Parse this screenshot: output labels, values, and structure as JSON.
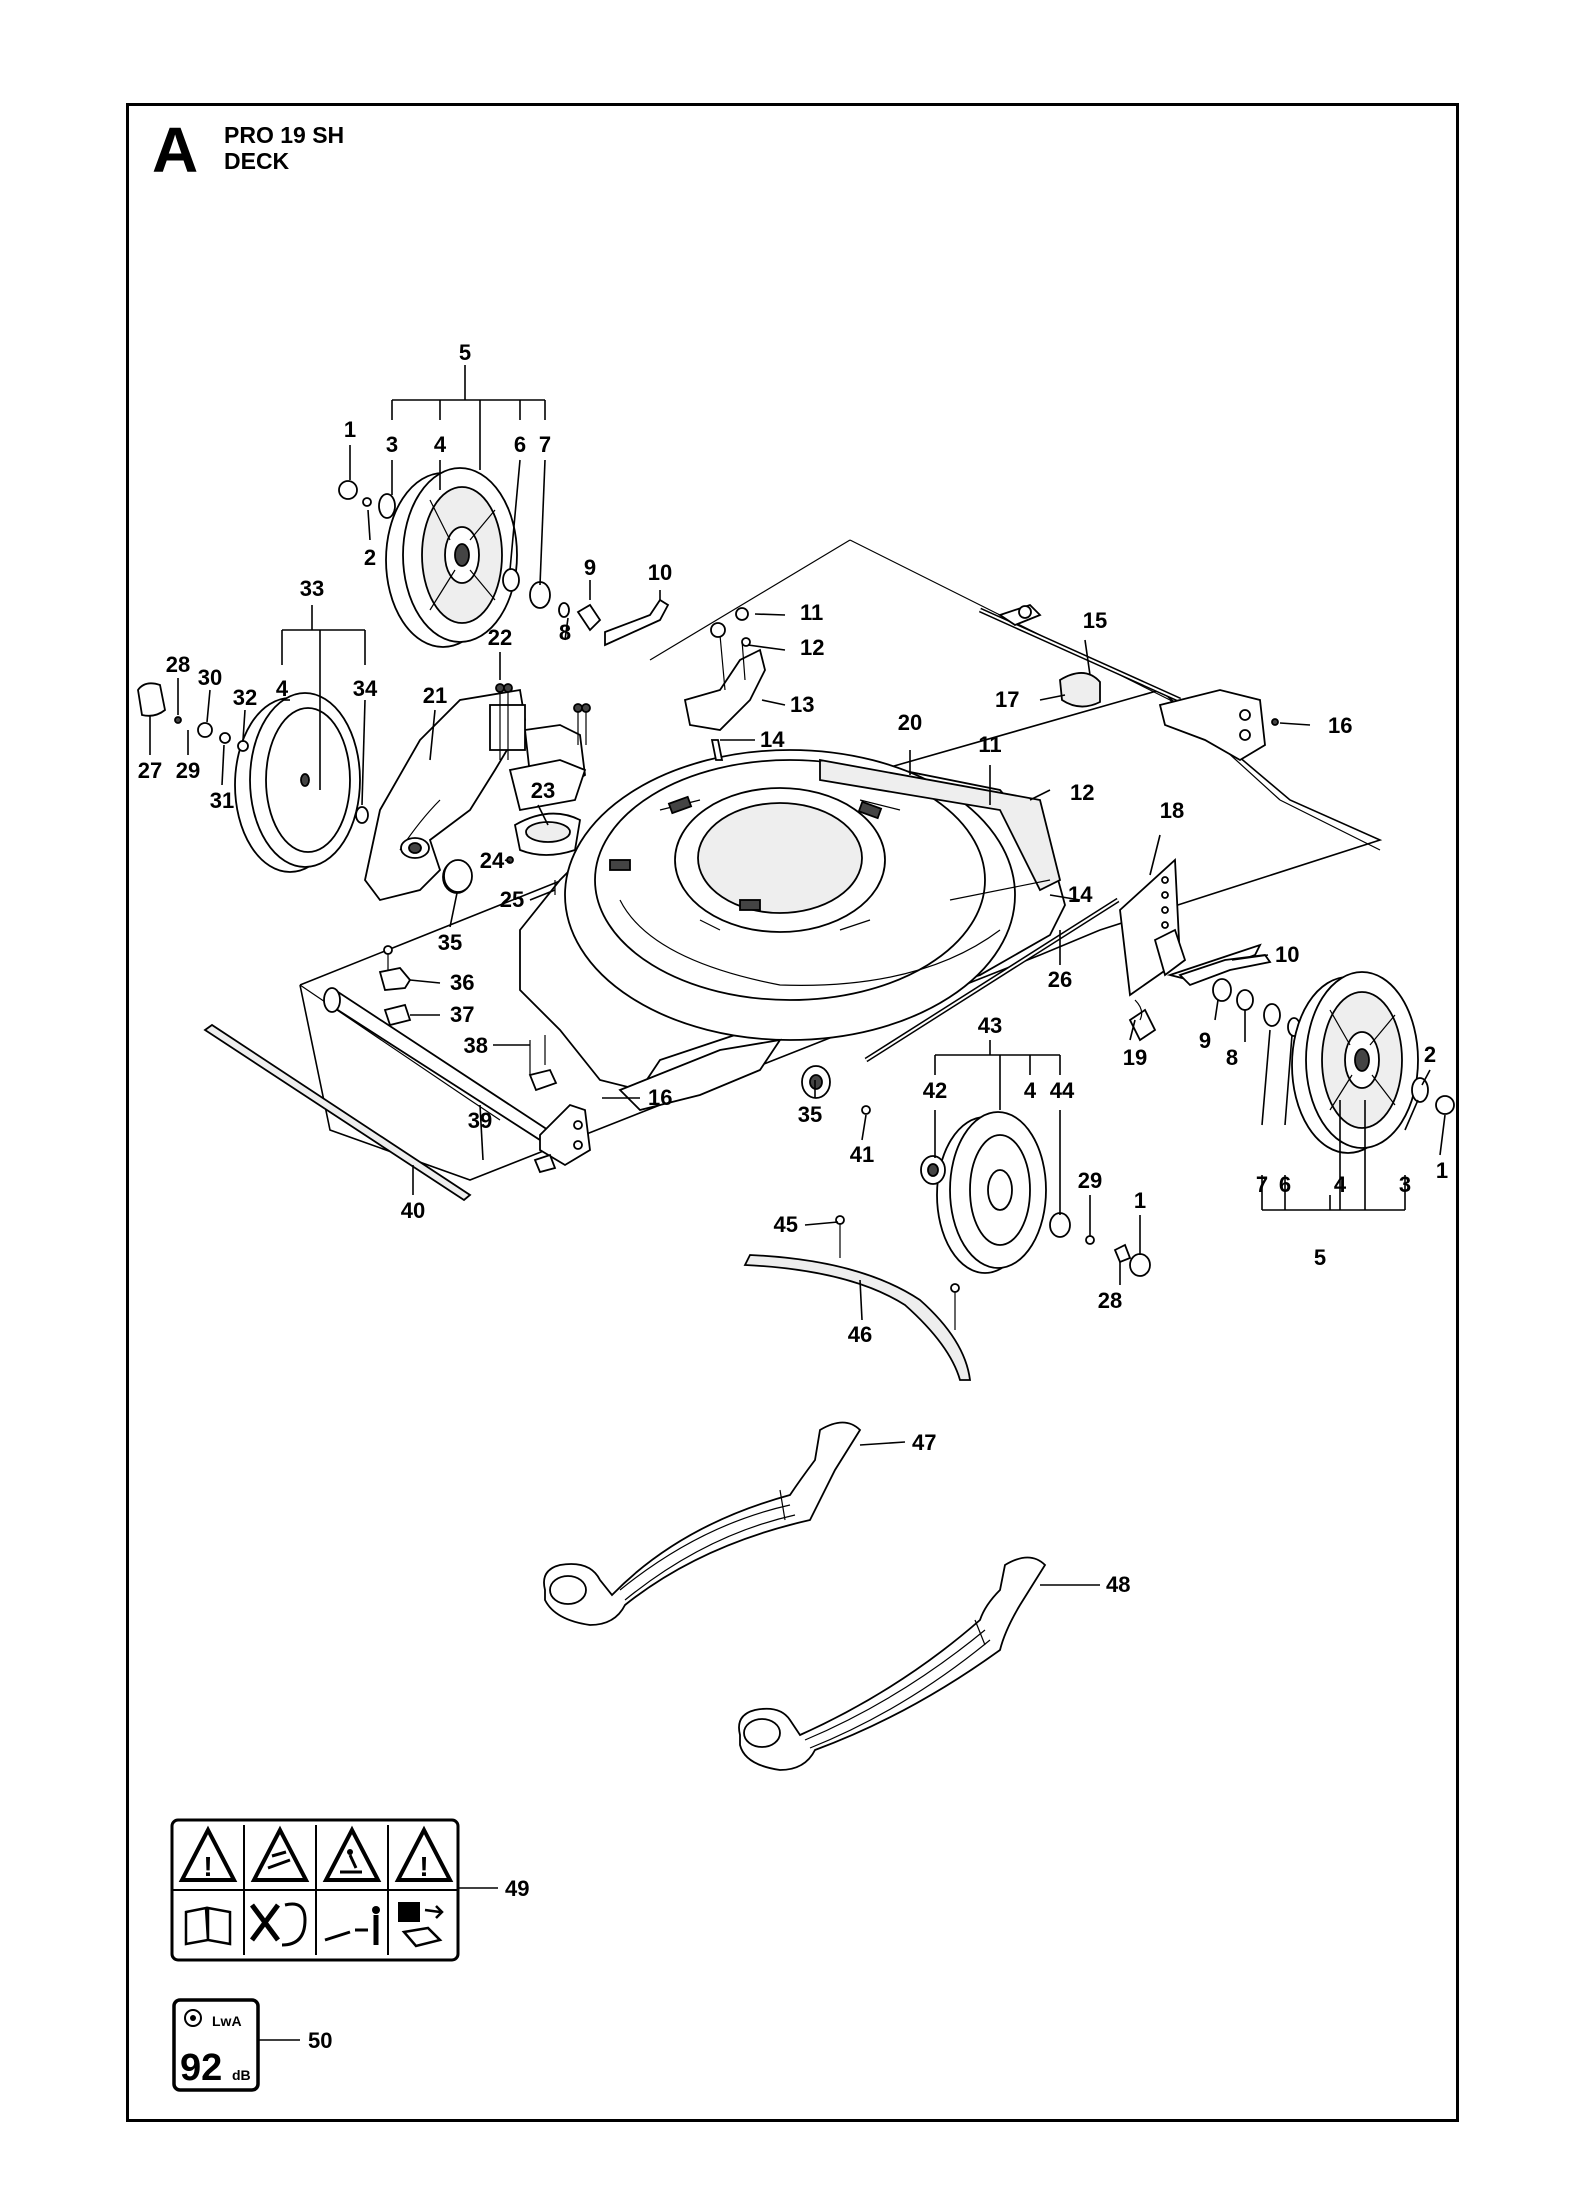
{
  "header": {
    "section": "A",
    "model": "PRO 19 SH",
    "subtitle": "DECK"
  },
  "callouts": {
    "c1a": "1",
    "c2a": "2",
    "c3a": "3",
    "c4a": "4",
    "c5a": "5",
    "c6a": "6",
    "c7a": "7",
    "c8a": "8",
    "c9a": "9",
    "c10a": "10",
    "c11": "11",
    "c12a": "12",
    "c13": "13",
    "c14a": "14",
    "c15": "15",
    "c16a": "16",
    "c17": "17",
    "c18": "18",
    "c19": "19",
    "c20": "20",
    "c21": "21",
    "c22": "22",
    "c23": "23",
    "c24": "24",
    "c25": "25",
    "c26": "26",
    "c27": "27",
    "c28a": "28",
    "c29a": "29",
    "c30": "30",
    "c31": "31",
    "c32": "32",
    "c33": "33",
    "c4b": "4",
    "c34": "34",
    "c35a": "35",
    "c36": "36",
    "c37": "37",
    "c38": "38",
    "c39": "39",
    "c40": "40",
    "c16b": "16",
    "c35b": "35",
    "c41": "41",
    "c42": "42",
    "c43": "43",
    "c4c": "4",
    "c44": "44",
    "c45": "45",
    "c46": "46",
    "c29b": "29",
    "c28b": "28",
    "c1b": "1",
    "c11b": "11",
    "c12b": "12",
    "c14b": "14",
    "c10b": "10",
    "c9b": "9",
    "c8b": "8",
    "c2b": "2",
    "c1c": "1",
    "c7b": "7",
    "c6b": "6",
    "c4d": "4",
    "c3b": "3",
    "c5b": "5",
    "c47": "47",
    "c48": "48",
    "c49": "49",
    "c50": "50"
  },
  "noise_label": {
    "value": "92",
    "unit": "dB",
    "symbol": "LwA"
  },
  "icons": [
    "warning-icon",
    "warning-projectile-icon",
    "warning-blade-icon",
    "warning-icon",
    "manual-book-icon",
    "no-hands-feet-icon",
    "bystander-distance-icon",
    "remove-key-icon"
  ]
}
